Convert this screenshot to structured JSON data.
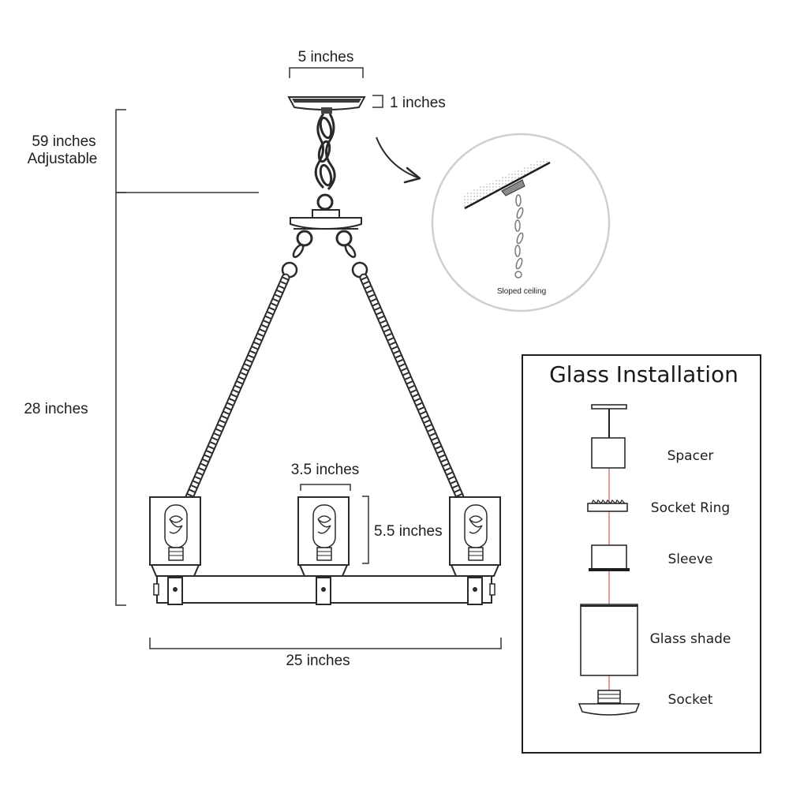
{
  "dimensions": {
    "canopy_width": "5 inches",
    "canopy_height": "1 inches",
    "chain_length_value": "59 inches",
    "chain_length_note": "Adjustable",
    "fixture_height": "28 inches",
    "shade_width": "3.5 inches",
    "shade_height": "5.5 inches",
    "fixture_width": "25 inches"
  },
  "inset": {
    "label": "Sloped ceiling"
  },
  "glass_installation": {
    "title": "Glass Installation",
    "parts": [
      "Spacer",
      "Socket Ring",
      "Sleeve",
      "Glass shade",
      "Socket"
    ]
  },
  "colors": {
    "line": "#2a2a2a",
    "guide": "#c43a3a",
    "circle": "#cfcfcf"
  }
}
